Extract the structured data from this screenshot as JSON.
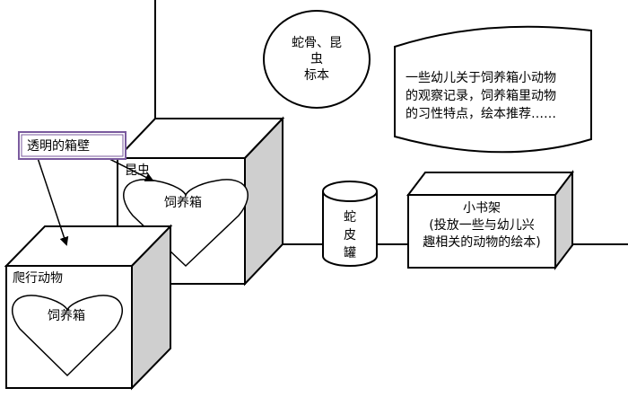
{
  "callout": {
    "label": "透明的箱壁"
  },
  "specimen_circle": {
    "lines": [
      "蛇骨、昆",
      "虫",
      "标本"
    ]
  },
  "note_banner": {
    "lines": [
      "一些幼儿关于饲养箱小动物",
      "的观察记录，饲养箱里动物",
      "的习性特点，绘本推荐……"
    ]
  },
  "insect_box": {
    "category": "昆虫",
    "heart_label": "饲养箱"
  },
  "reptile_box": {
    "category": "爬行动物",
    "heart_label": "饲养箱"
  },
  "jar": {
    "chars": [
      "蛇",
      "皮",
      "罐"
    ]
  },
  "bookshelf": {
    "lines": [
      "小书架",
      "(投放一些与幼儿兴",
      "趣相关的动物的绘本)"
    ]
  },
  "colors": {
    "callout_border": "#7a5a9e",
    "box_side": "#cfcfcf",
    "line": "#000000"
  }
}
